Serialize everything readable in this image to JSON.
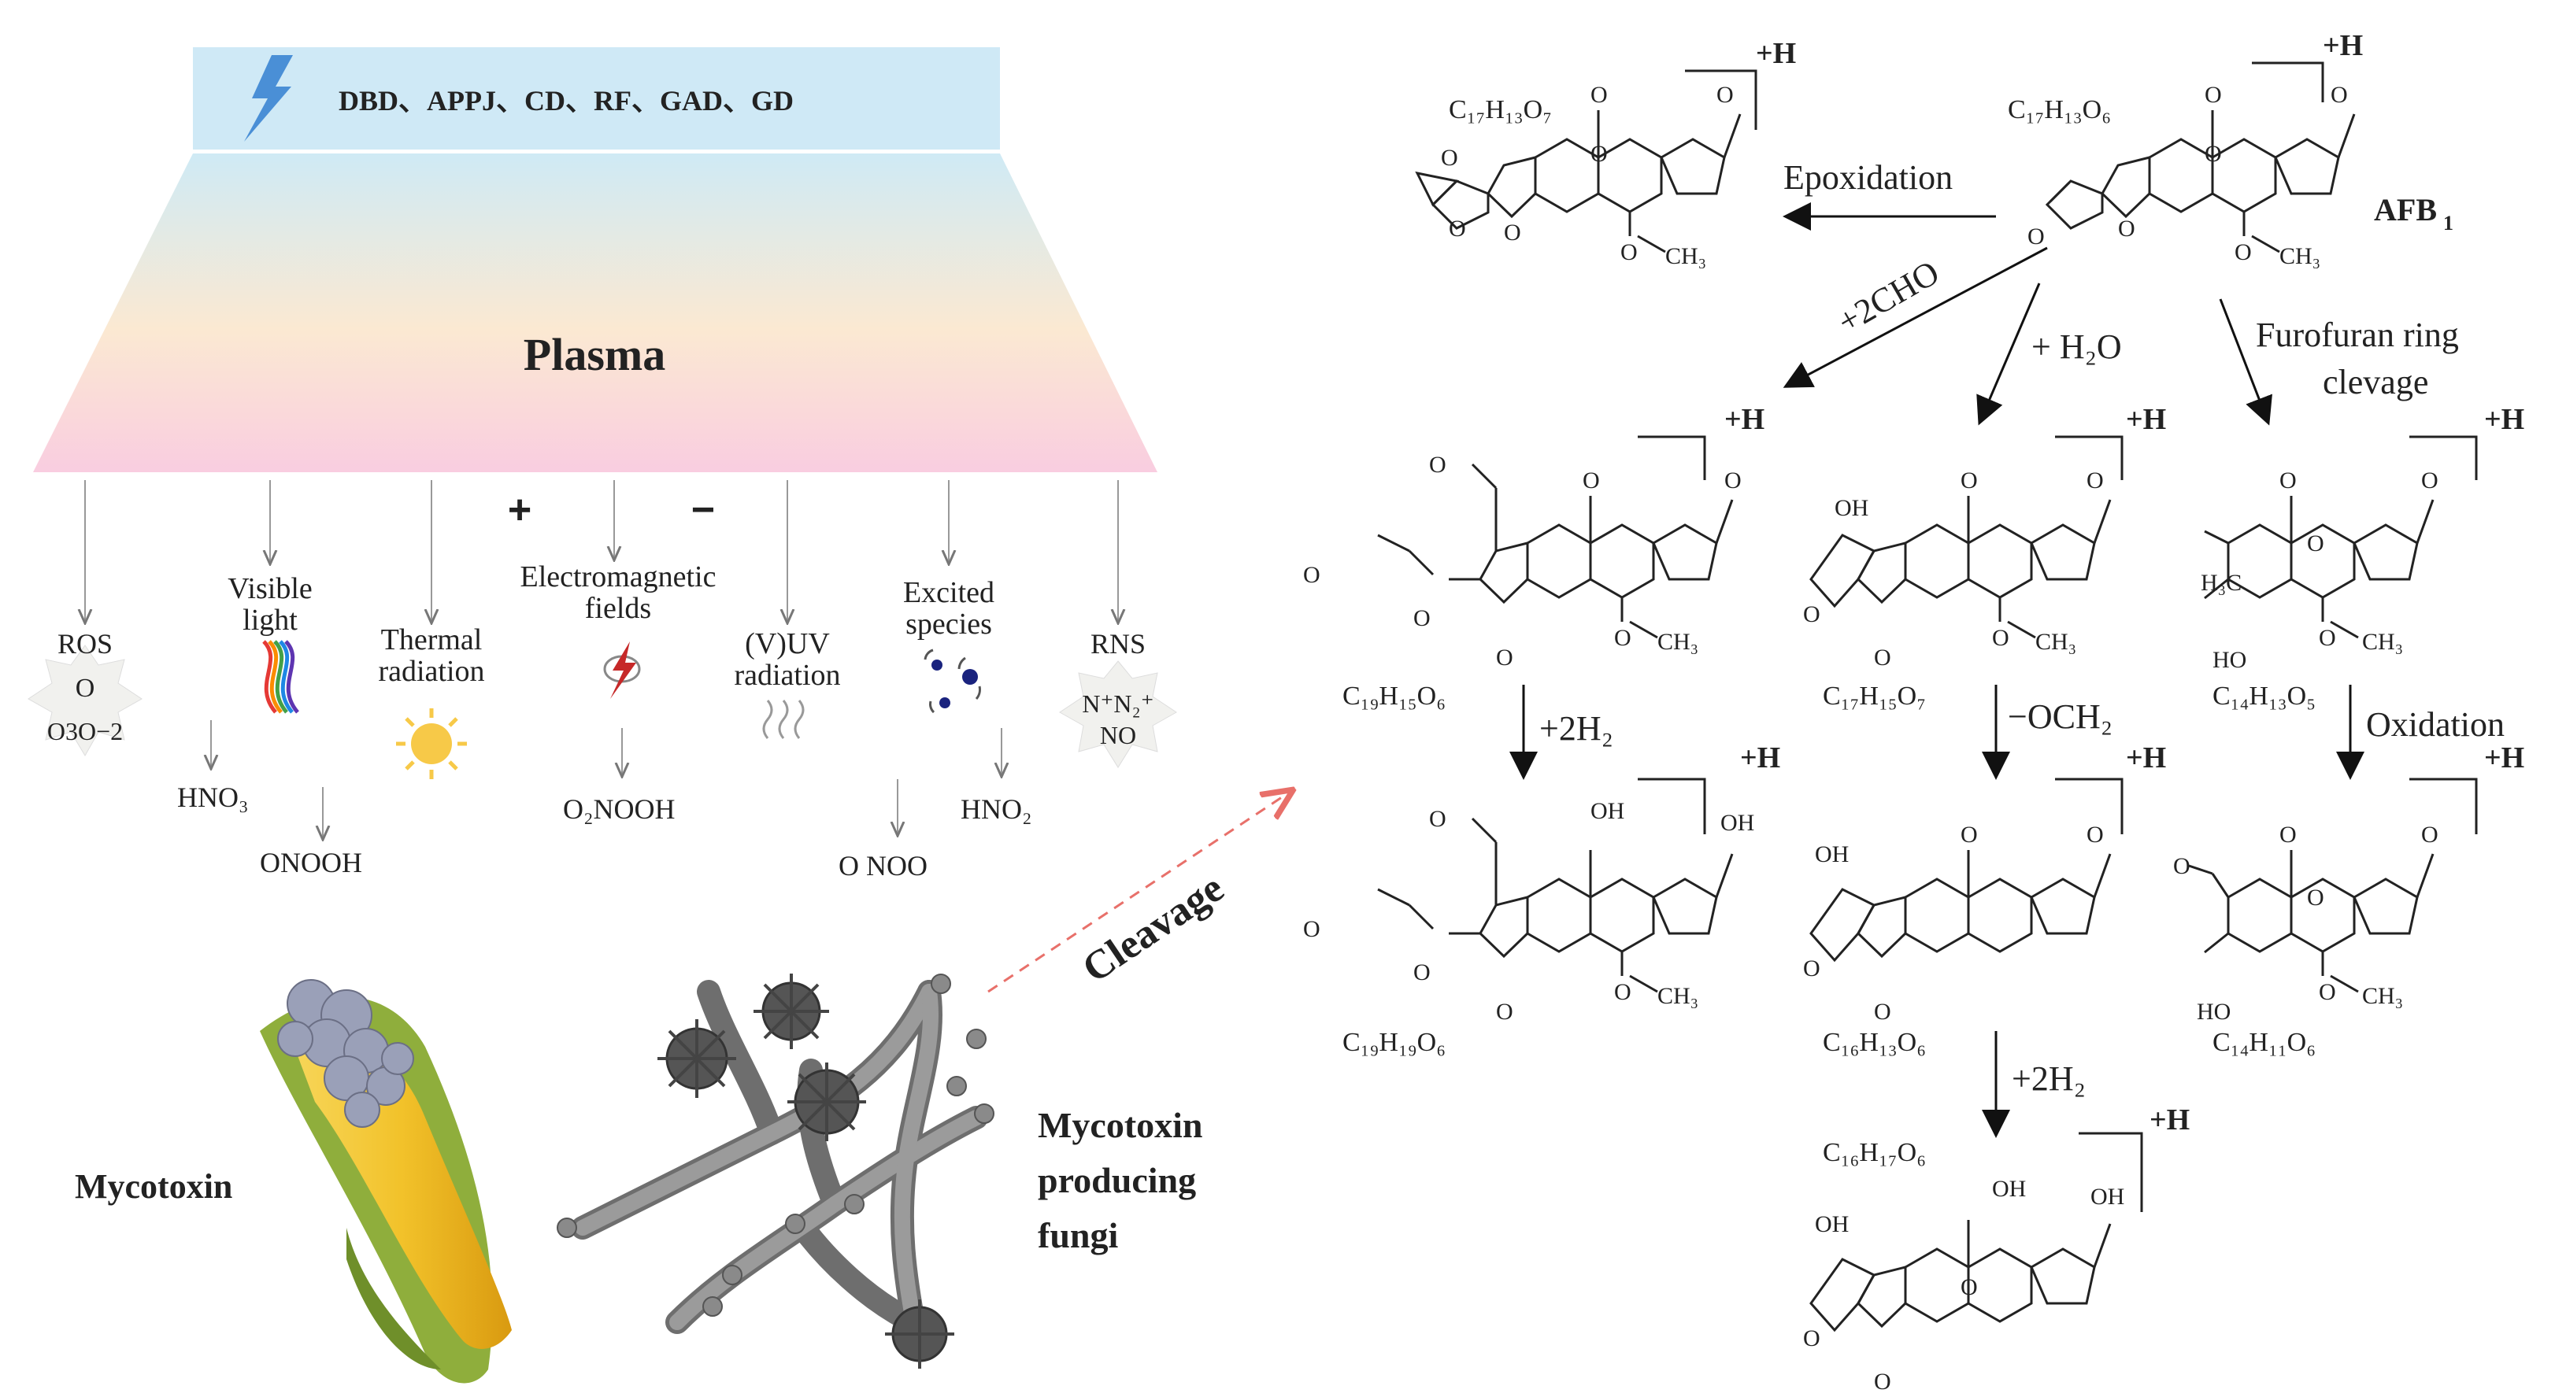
{
  "plasma": {
    "sources": "DBD、APPJ、CD、RF、GAD、GD",
    "title": "Plasma",
    "plus_sign": "+",
    "minus_sign": "−",
    "species": [
      {
        "line1": "ROS",
        "line2": "",
        "sub": "O",
        "sub2": "O3O−2"
      },
      {
        "line1": "Visible",
        "line2": "light"
      },
      {
        "line1": "Thermal",
        "line2": "radiation"
      },
      {
        "line1": "Electromagnetic",
        "line2": "fields"
      },
      {
        "line1": "(V)UV",
        "line2": "radiation"
      },
      {
        "line1": "Excited",
        "line2": "species"
      },
      {
        "line1": "RNS",
        "line2": "",
        "sub": "N⁺N₂⁺",
        "sub2": "NO"
      }
    ],
    "products": {
      "hno3": "HNO₃",
      "onooh": "ONOOH",
      "o2nooh": "O₂NOOH",
      "o_noo": "O  NOO",
      "hno2": "HNO₂"
    }
  },
  "bottom_left": {
    "mycotoxin": "Mycotoxin",
    "fungi_line1": "Mycotoxin",
    "fungi_line2": "producing",
    "fungi_line3": "fungi",
    "cleavage": "Cleavage"
  },
  "pathway": {
    "afb1": "AFB",
    "afb1_sub": "1",
    "plus_h": "+H",
    "epoxidation": "Epoxidation",
    "plus_2cho": "+2CHO",
    "plus_h2o": "+ H₂O",
    "furofuran_1": "Furofuran ring",
    "furofuran_2": "clevage",
    "plus_2h2": "+2H₂",
    "minus_och2": "−OCH₂",
    "oxidation": "Oxidation",
    "formulas": {
      "afb1": "C₁₇H₁₃O₆",
      "epoxide": "C₁₇H₁₃O₇",
      "c19h15o6": "C₁₉H₁₅O₆",
      "c17h15o7": "C₁₇H₁₅O₇",
      "c14h13o5": "C₁₄H₁₃O₅",
      "c19h19o6": "C₁₉H₁₉O₆",
      "c16h13o6": "C₁₆H₁₃O₆",
      "c14h11o6": "C₁₄H₁₁O₆",
      "c16h17o6": "C₁₆H₁₇O₆"
    },
    "atoms": {
      "O": "O",
      "OH": "OH",
      "HO": "HO",
      "OCH3": "O",
      "CH3_tail": "CH₃",
      "H3C": "H₃C"
    }
  },
  "colors": {
    "source_band": "#cfe9f6",
    "gradient_top": "#cfeaf5",
    "gradient_mid": "#fbe8cf",
    "gradient_bottom": "#f9cde0",
    "cleavage_arrow": "#e8706a",
    "corn_yellow": "#f2c22a",
    "husk_green": "#8fae3c",
    "fungus_grey": "#7a7a7a"
  }
}
